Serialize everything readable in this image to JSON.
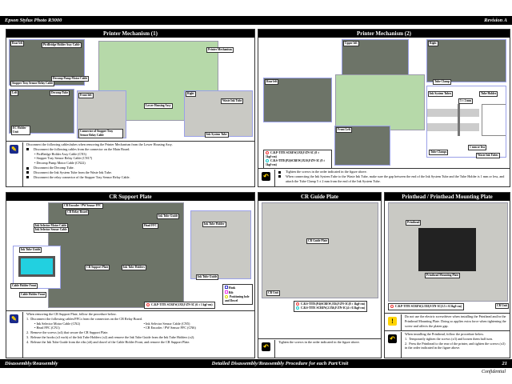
{
  "header": {
    "left": "Epson Stylus Photo R3000",
    "right": "Revision A"
  },
  "footer": {
    "left": "Disassembly/Reassembly",
    "center": "Detailed Disassembly/Reassembly Procedure for each Part/Unit",
    "page": "21",
    "confidential": "Confidential"
  },
  "p1": {
    "title": "Printer Mechanism (1)",
    "labels": [
      "Rear left",
      "PictBridge Holder Assy Cable",
      "Decomp Pump Motor Cable",
      "Stopper Tray Sensor Relay Cable",
      "Printer Mechanism",
      "Left",
      "Decomp Tube",
      "Front left",
      "Right",
      "Waste Ink Tube",
      "Lower Housing Assy",
      "EC Holder Unit",
      "Connector of Stopper Tray Sensor Relay Cable",
      "Ink System Tube"
    ],
    "note": [
      "Disconnect the following cables/tubes when removing the Printer Mechanism from the Lower Housing Assy.",
      "Disconnect the following cables from the connector on the Main Board.",
      "PictBridge Holder Assy Cable (CN3)",
      "Stopper Tray Sensor Relay Cable (CN17)",
      "Decomp Pump Motor Cable (CN22)",
      "Disconnect the Decomp Tube.",
      "Disconnect the Ink System Tube from the Waste Ink Tube.",
      "Disconnect the relay connector of the Stopper Tray Sensor Relay Cable."
    ]
  },
  "p2": {
    "title": "Printer Mechanism (2)",
    "labels": [
      "Upper left",
      "Right",
      "Rear left",
      "Tube Clamp",
      "Ink System Tubes",
      "Tube Holder",
      "5 ± 2 mm",
      "Front Left",
      "1 mm or less",
      "Tube Clamps",
      "Waste Ink Tubes"
    ],
    "screws": [
      "C.B.P-TITE SCREW,3X8,F/ZN-3C (8 ± 1kgf·cm)",
      "C.B.S-TITE(P2)SCREW,3X10,F/ZN-3C (8 ± 1kgf·cm)"
    ],
    "note": [
      "Tighten the screws in the order indicated in the figure above.",
      "When connecting the Ink System Tube to the Waste Ink Tube, make sure the gap between the end of the Ink System Tube and the Tube Holder is 1 mm or less, and attach the Tube Clamp 5 ± 2 mm from the end of the Ink System Tube."
    ]
  },
  "p3": {
    "title": "CR Support Plate",
    "labels": [
      "CR Encoder / PW Sensor FFC",
      "CR Relay Board",
      "Ink Selector Motor Cable",
      "Ink Selector Sensor Cable",
      "Ink Tube Guide",
      "Head FFC",
      "Ink Tube Holder",
      "Ink Tube Guide",
      "CR Support Plate",
      "Ink Tube Holders",
      "Cable Holder Front",
      "Cable Holder Front",
      "Ink Tube Guide"
    ],
    "legend": [
      "Hook",
      "Rib",
      "Positioning hole and Dowel"
    ],
    "screw": "C.B.P-TITE SCREW,3X8,F/ZN-3C (6 ± 1 kgf·cm)",
    "note": {
      "intro": "When removing the CR Support Plate, follow the procedure below.",
      "steps": [
        "Disconnect the following cables/FFCs from the connectors on the CR Relay Board.",
        "Remove the screws (x4) that secure the CR Support Plate.",
        "Release the hooks (x3 each) of the Ink Tube Holders (x2) and remove the Ink Tube Guide from the Ink Tube Holders (x2).",
        "Release the Ink Tube Guide from the ribs (x6) and dowel of the Cable Holder Front, and remove the CR Support Plate."
      ],
      "cables": [
        "Ink Selector Motor Cable (CN2)",
        "Ink Selector Sensor Cable (CN5)",
        "Head FFC (CN1)",
        "CR Encoder / PW Sensor FFC (CN6)"
      ]
    }
  },
  "p4": {
    "title": "CR Guide Plate",
    "labels": [
      "CR Guide Plate",
      "CR Unit"
    ],
    "screws": [
      "C.B.S-TITE(P4)SCREW,3X6,F/ZN-3C(8 ± 1kgf·cm)",
      "C.B.S-TITE SCREW,2.5X6,F/ZN-3C(4 ± 0.5kgf·cm)"
    ],
    "note": "Tighten the screws in the order indicated in the figure above."
  },
  "p5": {
    "title": "Printhead / Printhead Mounting Plate",
    "labels": [
      "Printhead",
      "Printhead Mounting Plate",
      "CR Unit"
    ],
    "screw": "C.B.P-TITE SCREW,2.5X8,F/ZN-3C(3.5 ± 0.5kgf·cm)",
    "caution": "Do not use the electric screwdriver when installing the Printhead and/or the Printhead Mounting Plate. Doing so applies extra force when tightening the screw and affects the platen gap.",
    "note": {
      "intro": "When installing the Printhead, follow the procedure below.",
      "steps": [
        "Temporarily tighten the screws (x3) and loosen them half turn.",
        "Press the Printhead to the rear of the printer, and tighten the screws (x3) in the order indicated in the figure above."
      ]
    }
  }
}
